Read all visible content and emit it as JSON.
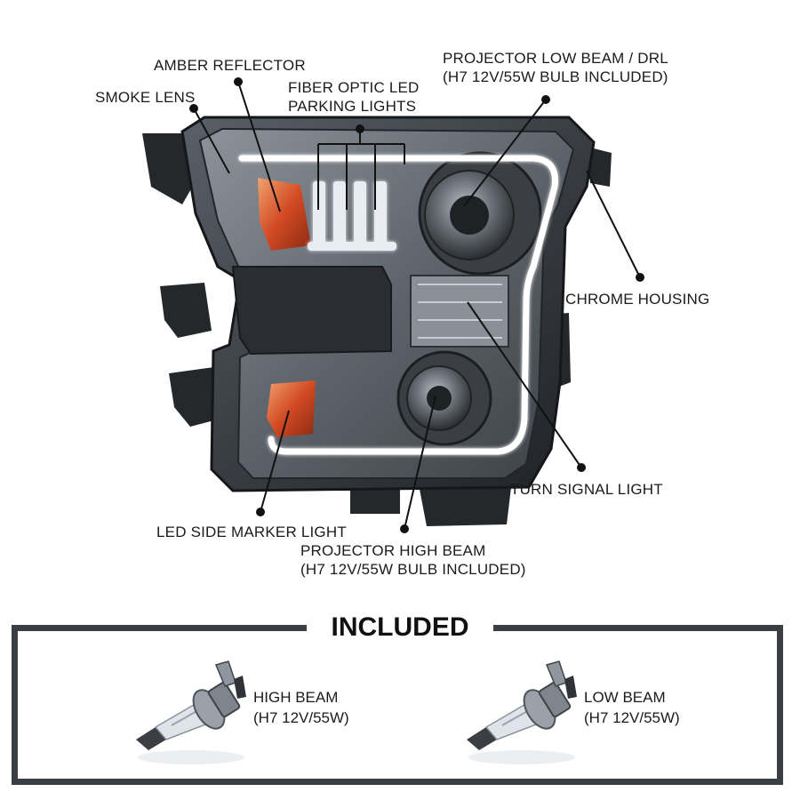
{
  "callouts": {
    "amber_reflector": "AMBER REFLECTOR",
    "smoke_lens": "SMOKE LENS",
    "fiber_optic": [
      "FIBER OPTIC LED",
      "PARKING LIGHTS"
    ],
    "projector_low": [
      "PROJECTOR LOW BEAM / DRL",
      "(H7 12V/55W BULB INCLUDED)"
    ],
    "chrome_housing": "CHROME HOUSING",
    "turn_signal": "TURN SIGNAL LIGHT",
    "led_side_marker": "LED SIDE MARKER LIGHT",
    "projector_high": [
      "PROJECTOR HIGH BEAM",
      "(H7 12V/55W BULB INCLUDED)"
    ]
  },
  "included": {
    "title": "INCLUDED",
    "bulbs": [
      {
        "name": "HIGH BEAM",
        "spec": "(H7 12V/55W)",
        "icon": "h7-bulb-icon"
      },
      {
        "name": "LOW BEAM",
        "spec": "(H7 12V/55W)",
        "icon": "h7-bulb-icon"
      }
    ]
  },
  "colors": {
    "housing": "#2b2e32",
    "smoke": "#5b6168",
    "amber": "#e2562a",
    "drl": "#ffffff",
    "frame": "#3a3f45"
  }
}
